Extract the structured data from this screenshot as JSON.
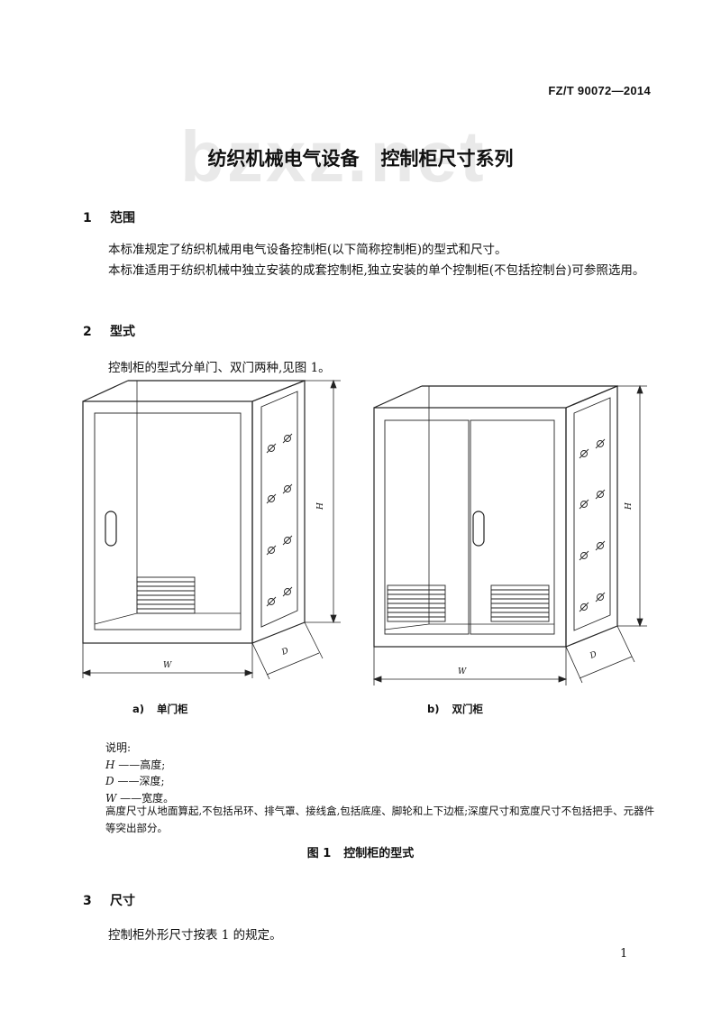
{
  "header": {
    "standard_code": "FZ/T 90072—2014"
  },
  "watermark": "bzxz.net",
  "title": {
    "part1": "纺织机械电气设备",
    "part2": "控制柜尺寸系列"
  },
  "section1": {
    "number": "1",
    "heading": "范围",
    "paragraphs": [
      "本标准规定了纺织机械用电气设备控制柜(以下简称控制柜)的型式和尺寸。",
      "本标准适用于纺织机械中独立安装的成套控制柜,独立安装的单个控制柜(不包括控制台)可参照选用。"
    ]
  },
  "section2": {
    "number": "2",
    "heading": "型式",
    "paragraph": "控制柜的型式分单门、双门两种,见图 1。"
  },
  "figure": {
    "dim_labels": {
      "height": "H",
      "width": "W",
      "depth": "D"
    },
    "caption_a": {
      "label": "a)",
      "text": "单门柜"
    },
    "caption_b": {
      "label": "b)",
      "text": "双门柜"
    },
    "legend_title": "说明:",
    "legend": [
      {
        "symbol": "H",
        "text": "——高度;"
      },
      {
        "symbol": "D",
        "text": "——深度;"
      },
      {
        "symbol": "W",
        "text": "——宽度。"
      }
    ],
    "note": "高度尺寸从地面算起,不包括吊环、排气罩、接线盒,包括底座、脚轮和上下边框;深度尺寸和宽度尺寸不包括把手、元器件等突出部分。",
    "title_number": "图 1",
    "title_text": "控制柜的型式"
  },
  "section3": {
    "number": "3",
    "heading": "尺寸",
    "paragraph": "控制柜外形尺寸按表 1 的规定。"
  },
  "page_number": "1"
}
